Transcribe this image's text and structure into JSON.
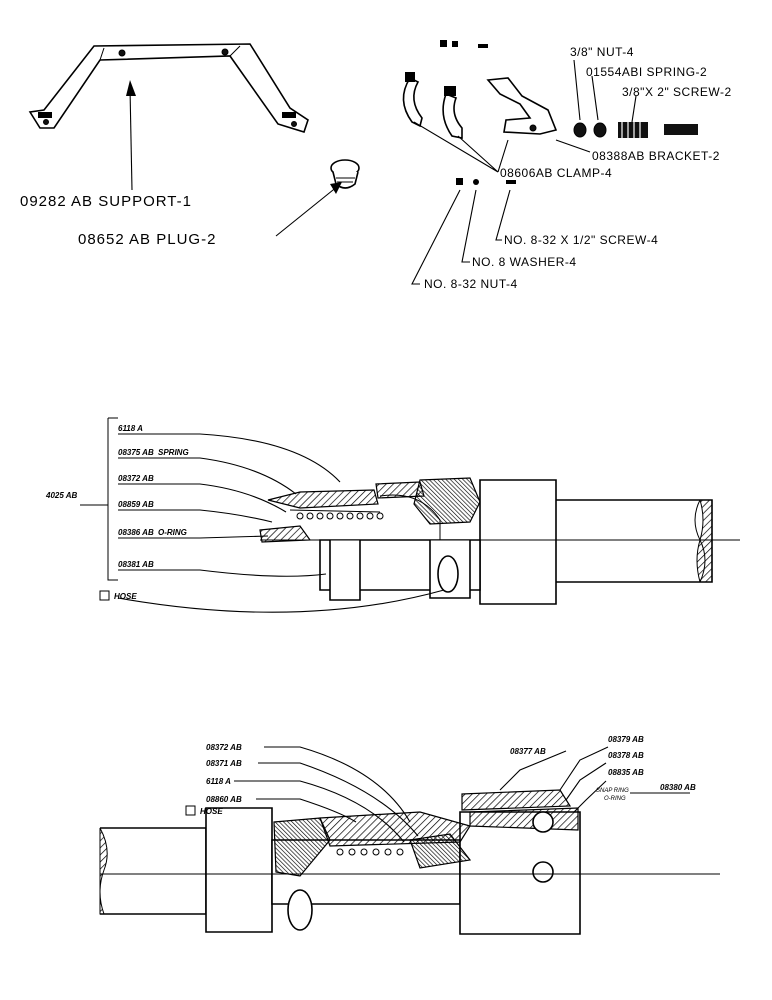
{
  "top_labels": {
    "support": "09282 AB SUPPORT-1",
    "plug": "08652 AB PLUG-2",
    "nut38": "3/8\" NUT-4",
    "spring": "01554ABI SPRING-2",
    "screw38": "3/8\"X 2\" SCREW-2",
    "bracket": "08388AB BRACKET-2",
    "clamp": "08606AB CLAMP-4",
    "screw8": "NO. 8-32 X 1/2\" SCREW-4",
    "washer8": "NO. 8 WASHER-4",
    "nut8": "NO. 8-32 NUT-4"
  },
  "diagram2": {
    "assembly": "4025 AB",
    "parts": [
      "6118 A",
      "08375 AB",
      "08372 AB",
      "08859 AB",
      "08386 AB",
      "08381 AB"
    ],
    "spring_note": "SPRING",
    "oring_note": "O-RING",
    "hose": "HOSE"
  },
  "diagram3": {
    "left_parts": [
      "08372 AB",
      "08371 AB",
      "6118 A",
      "08860 AB"
    ],
    "hose": "HOSE",
    "right_parts": [
      "08377 AB",
      "08379 AB",
      "08378 AB",
      "08835 AB",
      "08380 AB"
    ],
    "snap_note": "SNAP RING",
    "oring_note": "O-RING"
  }
}
